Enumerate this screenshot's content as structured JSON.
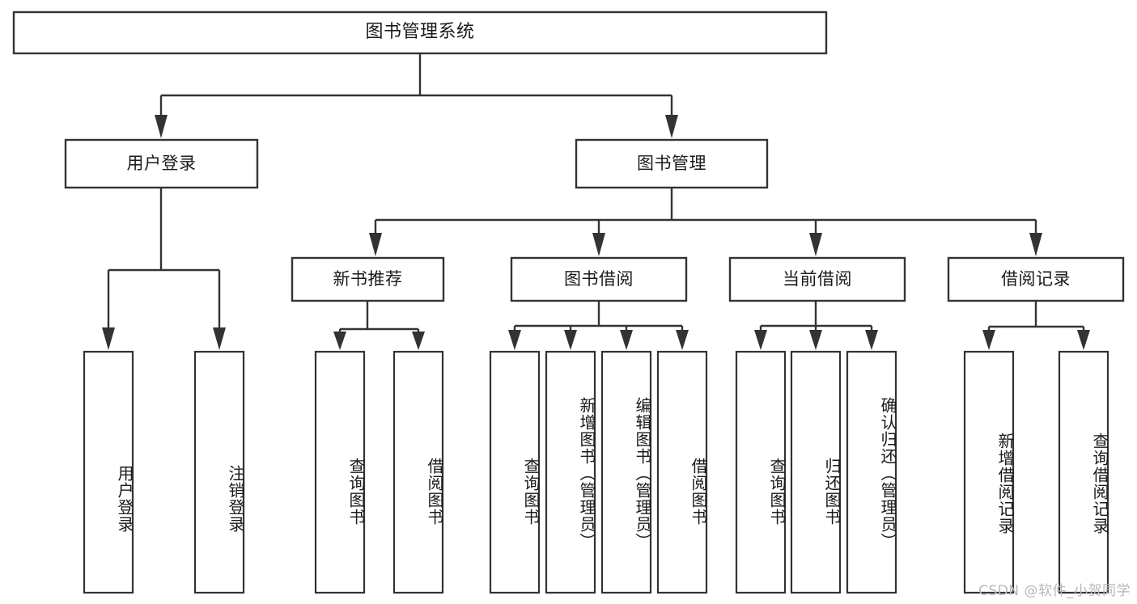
{
  "diagram": {
    "type": "hierarchy-tree",
    "title": "图书管理系统",
    "watermark": "CSDN @软件_小贺同学",
    "colors": {
      "stroke": "#333333",
      "fill": "#ffffff",
      "text": "#1a1a1a",
      "watermark": "#b8b8b8"
    },
    "root": {
      "label": "图书管理系统"
    },
    "level2": [
      {
        "label": "用户登录"
      },
      {
        "label": "图书管理"
      }
    ],
    "level3": [
      {
        "label": "新书推荐"
      },
      {
        "label": "图书借阅"
      },
      {
        "label": "当前借阅"
      },
      {
        "label": "借阅记录"
      }
    ],
    "leaves": {
      "user_login": [
        {
          "label": "用户登录"
        },
        {
          "label": "注销登录"
        }
      ],
      "new_book_recommend": [
        {
          "label": "查询图书"
        },
        {
          "label": "借阅图书"
        }
      ],
      "book_borrow": [
        {
          "label": "查询图书"
        },
        {
          "label": "新增图书（管理员）"
        },
        {
          "label": "编辑图书（管理员）"
        },
        {
          "label": "借阅图书"
        }
      ],
      "current_borrow": [
        {
          "label": "查询图书"
        },
        {
          "label": "归还图书"
        },
        {
          "label": "确认归还（管理员）"
        }
      ],
      "borrow_record": [
        {
          "label": "新增借阅记录"
        },
        {
          "label": "查询借阅记录"
        }
      ]
    }
  }
}
